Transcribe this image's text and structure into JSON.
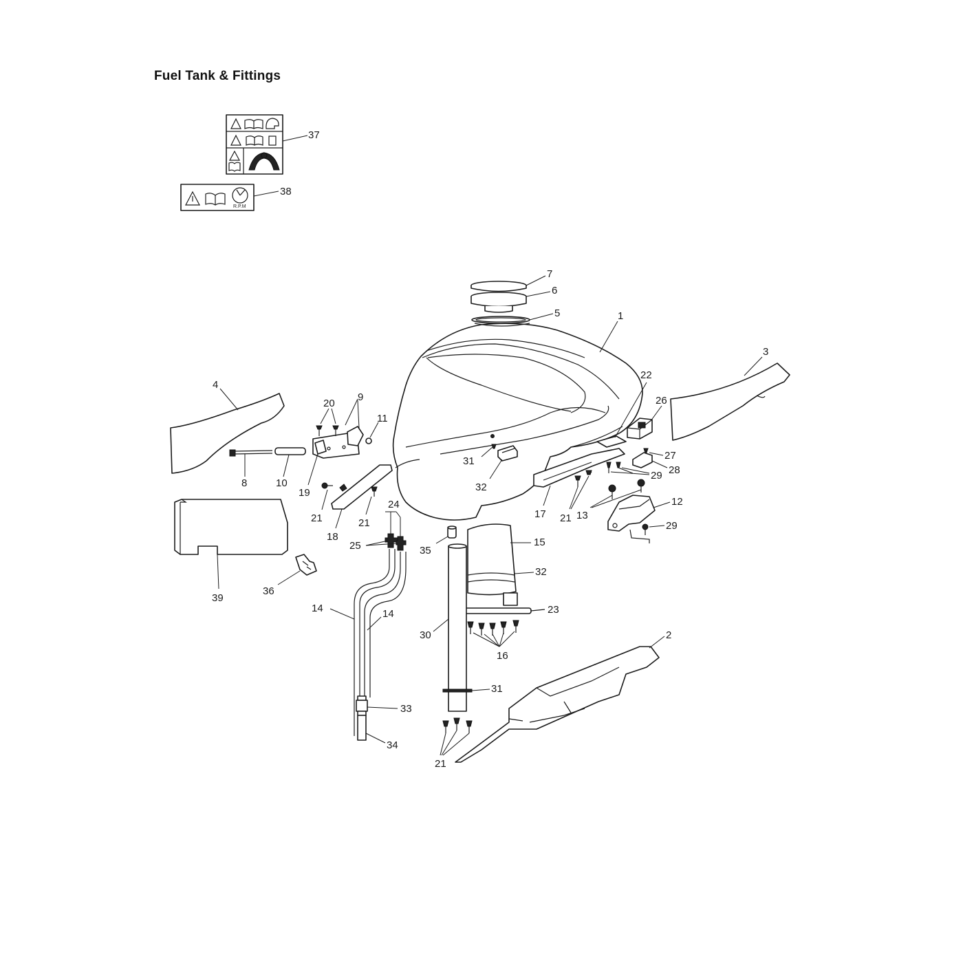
{
  "title": "Fuel Tank & Fittings",
  "labels": {
    "rpm": "R.P.M"
  },
  "callouts": [
    {
      "id": "c1",
      "text": "1"
    },
    {
      "id": "c2",
      "text": "2"
    },
    {
      "id": "c3",
      "text": "3"
    },
    {
      "id": "c4",
      "text": "4"
    },
    {
      "id": "c5",
      "text": "5"
    },
    {
      "id": "c6",
      "text": "6"
    },
    {
      "id": "c7",
      "text": "7"
    },
    {
      "id": "c8",
      "text": "8"
    },
    {
      "id": "c9",
      "text": "9"
    },
    {
      "id": "c10",
      "text": "10"
    },
    {
      "id": "c11",
      "text": "11"
    },
    {
      "id": "c12",
      "text": "12"
    },
    {
      "id": "c13",
      "text": "13"
    },
    {
      "id": "c14a",
      "text": "14"
    },
    {
      "id": "c14b",
      "text": "14"
    },
    {
      "id": "c15",
      "text": "15"
    },
    {
      "id": "c16",
      "text": "16"
    },
    {
      "id": "c17",
      "text": "17"
    },
    {
      "id": "c18",
      "text": "18"
    },
    {
      "id": "c19",
      "text": "19"
    },
    {
      "id": "c20",
      "text": "20"
    },
    {
      "id": "c21a",
      "text": "21"
    },
    {
      "id": "c21b",
      "text": "21"
    },
    {
      "id": "c21c",
      "text": "21"
    },
    {
      "id": "c21d",
      "text": "21"
    },
    {
      "id": "c22",
      "text": "22"
    },
    {
      "id": "c23",
      "text": "23"
    },
    {
      "id": "c24",
      "text": "24"
    },
    {
      "id": "c25",
      "text": "25"
    },
    {
      "id": "c26",
      "text": "26"
    },
    {
      "id": "c27",
      "text": "27"
    },
    {
      "id": "c28",
      "text": "28"
    },
    {
      "id": "c29a",
      "text": "29"
    },
    {
      "id": "c29b",
      "text": "29"
    },
    {
      "id": "c30",
      "text": "30"
    },
    {
      "id": "c31a",
      "text": "31"
    },
    {
      "id": "c31b",
      "text": "31"
    },
    {
      "id": "c32a",
      "text": "32"
    },
    {
      "id": "c32b",
      "text": "32"
    },
    {
      "id": "c33",
      "text": "33"
    },
    {
      "id": "c34",
      "text": "34"
    },
    {
      "id": "c35",
      "text": "35"
    },
    {
      "id": "c36",
      "text": "36"
    },
    {
      "id": "c37",
      "text": "37"
    },
    {
      "id": "c38",
      "text": "38"
    },
    {
      "id": "c39",
      "text": "39"
    }
  ]
}
